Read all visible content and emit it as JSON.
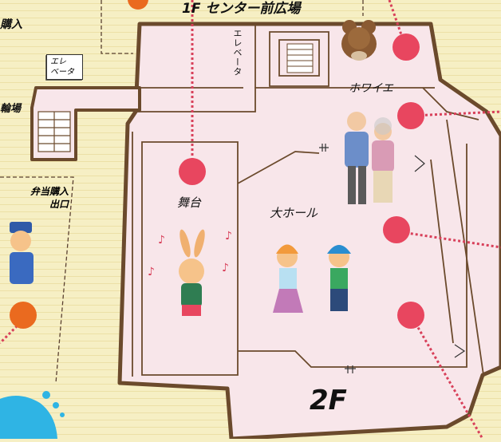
{
  "map": {
    "floor_label": "2F",
    "colors": {
      "background": "#f6efc4",
      "floor_fill": "#f8e6ea",
      "floor_outline": "#6b4a2c",
      "marker": "#e8465f",
      "marker_orange": "#ea6a1f",
      "route": "#d8405a",
      "water": "#2fb4e4"
    },
    "labels": {
      "center_plaza": "1F センター前広場",
      "purchase_top": "購入",
      "bicycle_parking": "輪場",
      "elevator_small": [
        "エレ",
        "ベータ"
      ],
      "elevator_vertical": "エレベータ",
      "foyer": "ホワイエ",
      "stage": "舞台",
      "main_hall": "大ホール",
      "bento_exit": [
        "弁当購入",
        "出口"
      ]
    },
    "markers": [
      "foyer-marker-top",
      "foyer-marker-right",
      "stage-marker",
      "hall-marker-upper",
      "hall-marker-lower",
      "exit-marker"
    ]
  }
}
